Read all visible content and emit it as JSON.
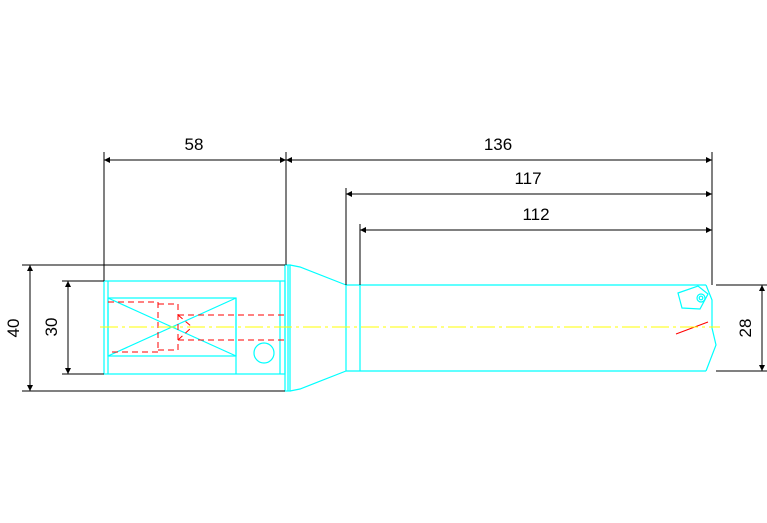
{
  "colors": {
    "background": "#ffffff",
    "outline": "#00ffff",
    "hidden_lines": "#ff0000",
    "center_line": "#ffff00",
    "dimensions": "#000000"
  },
  "dimensions": {
    "shank_length": "58",
    "overall_length": "136",
    "body_length_long": "117",
    "body_length_short": "112",
    "flange_diameter": "40",
    "shank_diameter": "30",
    "drill_diameter": "28"
  }
}
